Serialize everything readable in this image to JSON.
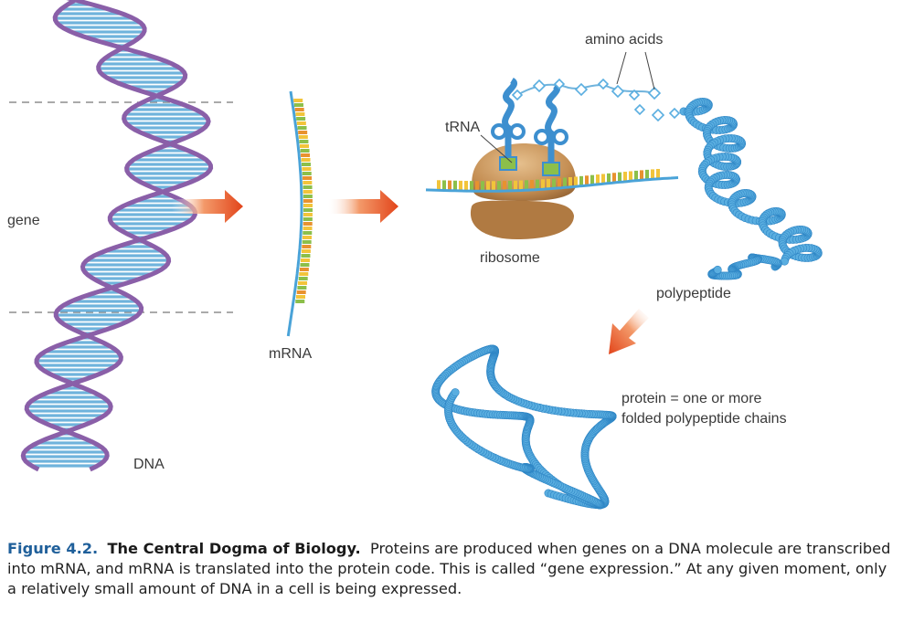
{
  "labels": {
    "gene": "gene",
    "dna": "DNA",
    "mrna": "mRNA",
    "trna": "tRNA",
    "amino_acids": "amino acids",
    "ribosome": "ribosome",
    "polypeptide": "polypeptide",
    "protein_line1": "protein = one or more",
    "protein_line2": "folded polypeptide chains"
  },
  "caption": {
    "figure_number": "Figure 4.2.",
    "title": "The Central Dogma of Biology.",
    "text": "Proteins are produced when genes on a DNA molecule are transcribed into mRNA, and mRNA is translated into the protein code. This is called “gene expression.” At any given moment, only a relatively small amount of DNA in a cell is being expressed."
  },
  "colors": {
    "dna_backbone": "#8a5fa8",
    "dna_rungs": "#6fb3dc",
    "mrna_strand": "#4aa3d8",
    "base_yellow": "#f2c43a",
    "base_green": "#8cbf4a",
    "base_orange": "#e8922f",
    "ribosome": "#c9955a",
    "arrow": "#e85a1c",
    "beads": "#5aaee0",
    "caption_blue": "#1f5f9a"
  }
}
